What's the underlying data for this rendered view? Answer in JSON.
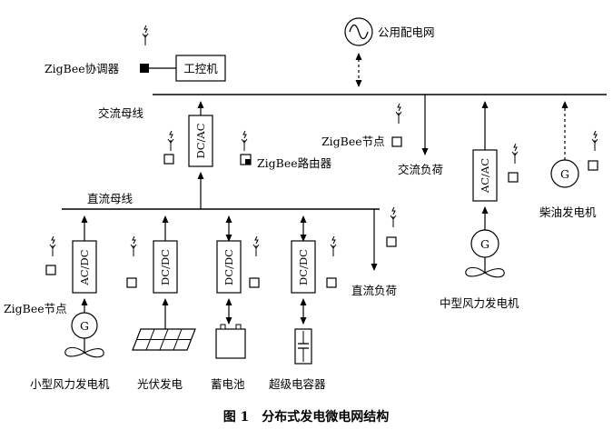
{
  "labels": {
    "coordinator": "ZigBee协调器",
    "ipc": "工控机",
    "public_grid": "公用配电网",
    "ac_bus": "交流母线",
    "dc_bus": "直流母线",
    "zigbee_node_ac": "ZigBee节点",
    "zigbee_router": "ZigBee路由器",
    "ac_load": "交流负荷",
    "dc_load": "直流负荷",
    "zigbee_node_dc": "ZigBee节点",
    "diesel": "柴油发电机",
    "mid_wind": "中型风力发电机",
    "small_wind": "小型风力发电机",
    "pv": "光伏发电",
    "battery": "蓄电池",
    "supercap": "超级电容器"
  },
  "converters": {
    "dcac": "DC/AC",
    "acac": "AC/AC",
    "acdc": "AC/DC",
    "dcdc_pv": "DC/DC",
    "dcdc_bat": "DC/DC",
    "dcdc_cap": "DC/DC"
  },
  "generator_symbol": "G",
  "caption": "图 1　分布式发电微电网结构"
}
